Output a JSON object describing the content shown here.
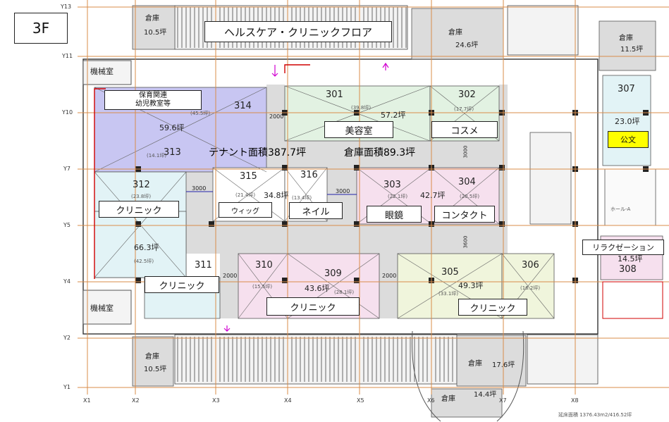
{
  "floor_label": "3F",
  "floor_title": "ヘルスケア・クリニックフロア",
  "totals": {
    "tenant_area": "テナント面積387.7坪",
    "storage_area": "倉庫面積89.3坪"
  },
  "rooms": [
    {
      "id": "r301",
      "number": "301",
      "area": "57.2坪",
      "sub": "(39.8坪)",
      "sign": "美容室"
    },
    {
      "id": "r302",
      "number": "302",
      "sub": "(17.7坪)",
      "sign": "コスメ"
    },
    {
      "id": "r303",
      "number": "303",
      "area": "42.7坪",
      "sub": "(22.1坪)",
      "sign": "眼鏡"
    },
    {
      "id": "r304",
      "number": "304",
      "sub": "(20.5坪)",
      "sign": "コンタクト"
    },
    {
      "id": "r305",
      "number": "305",
      "area": "49.3坪",
      "sub": "(33.1坪)",
      "sign": "クリニック"
    },
    {
      "id": "r306",
      "number": "306",
      "sub": "(16.2坪)"
    },
    {
      "id": "r307",
      "number": "307",
      "area": "23.0坪",
      "sign": "公文"
    },
    {
      "id": "r308",
      "number": "308",
      "area": "14.5坪",
      "sign": "リラクゼーション"
    },
    {
      "id": "r309",
      "number": "309",
      "area": "43.6坪",
      "sub": "(28.1坪)",
      "sign": "クリニック"
    },
    {
      "id": "r310",
      "number": "310",
      "sub": "(15.5坪)"
    },
    {
      "id": "r311",
      "number": "311",
      "area": "66.3坪",
      "sub": "(42.5坪)",
      "sign": "クリニック"
    },
    {
      "id": "r312",
      "number": "312",
      "sub": "(23.8坪)",
      "sign": "クリニック"
    },
    {
      "id": "r313",
      "number": "313",
      "sub": "(14.1坪)"
    },
    {
      "id": "r314",
      "number": "314",
      "area": "59.6坪",
      "sub": "(45.5坪)",
      "sign_line1": "保育関連",
      "sign_line2": "幼児教室等"
    },
    {
      "id": "r315",
      "number": "315",
      "area": "34.8坪",
      "sub": "(21.4坪)",
      "sign": "ウィッグ"
    },
    {
      "id": "r316",
      "number": "316",
      "sub": "(13.4坪)",
      "sign": "ネイル"
    }
  ],
  "storage": [
    {
      "id": "s_tl",
      "label": "倉庫",
      "area": "10.5坪"
    },
    {
      "id": "s_tc",
      "label": "倉庫",
      "area": "24.6坪"
    },
    {
      "id": "s_tr",
      "label": "倉庫",
      "area": "11.5坪"
    },
    {
      "id": "s_bl",
      "label": "倉庫",
      "area": "10.5坪"
    },
    {
      "id": "s_bc",
      "label": "倉庫",
      "area": "17.6坪"
    },
    {
      "id": "s_bb",
      "label": "倉庫",
      "area": "14.4坪"
    }
  ],
  "machine_rooms": [
    "機械室",
    "機械室"
  ],
  "widths": [
    "3000",
    "3000",
    "2000",
    "2000",
    "2000",
    "3600",
    "3000"
  ],
  "axes": {
    "x": [
      "X1",
      "X2",
      "X3",
      "X4",
      "X5",
      "X6",
      "X7",
      "X8"
    ],
    "y": [
      "Y13",
      "Y11",
      "Y10",
      "Y7",
      "Y5",
      "Y4",
      "Y2",
      "Y1"
    ]
  },
  "misc": {
    "hall_label": "ホール-A",
    "footer_note": "延床面積 1376.43m2/416.52坪"
  },
  "colors": {
    "green": "#e2f2e2",
    "pink": "#f6e0ee",
    "cyan": "#e2f3f6",
    "purple": "#c8c6f2",
    "yellow": "#f0f5dc",
    "grey": "#dcdcdc",
    "gridline": "#d98c4a",
    "kumon": "#ffff00"
  }
}
